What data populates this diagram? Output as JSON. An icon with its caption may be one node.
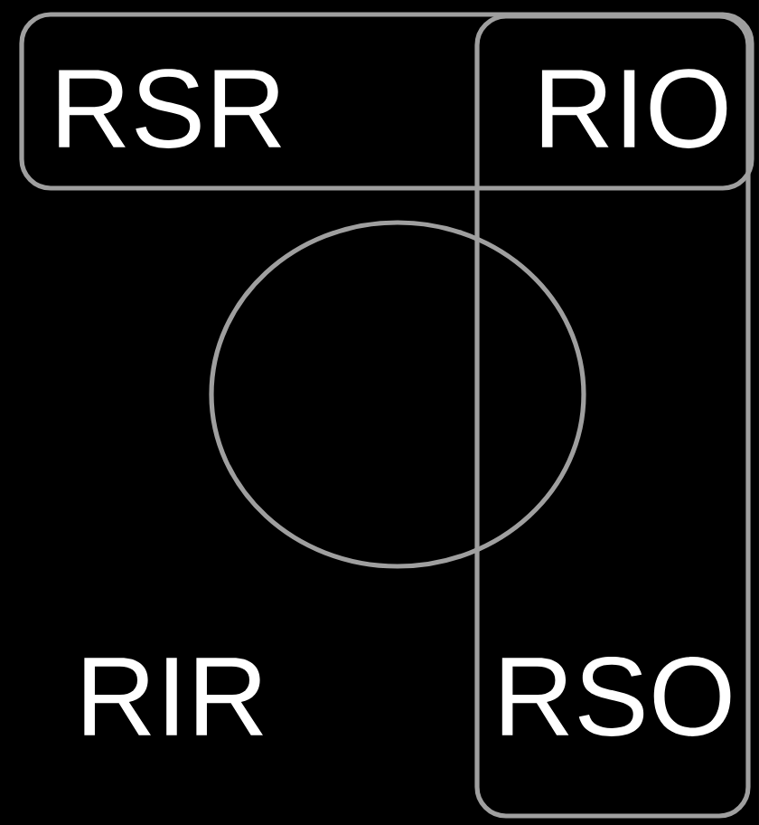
{
  "diagram": {
    "nodes": [
      {
        "text": [],
        "shape": "box"
      },
      {
        "text": [],
        "shape": "box"
      },
      {
        "text": [],
        "shape": "circle"
      }
    ],
    "labels": [
      "RSR",
      "RIO",
      "RIR",
      "RSO"
    ]
  }
}
